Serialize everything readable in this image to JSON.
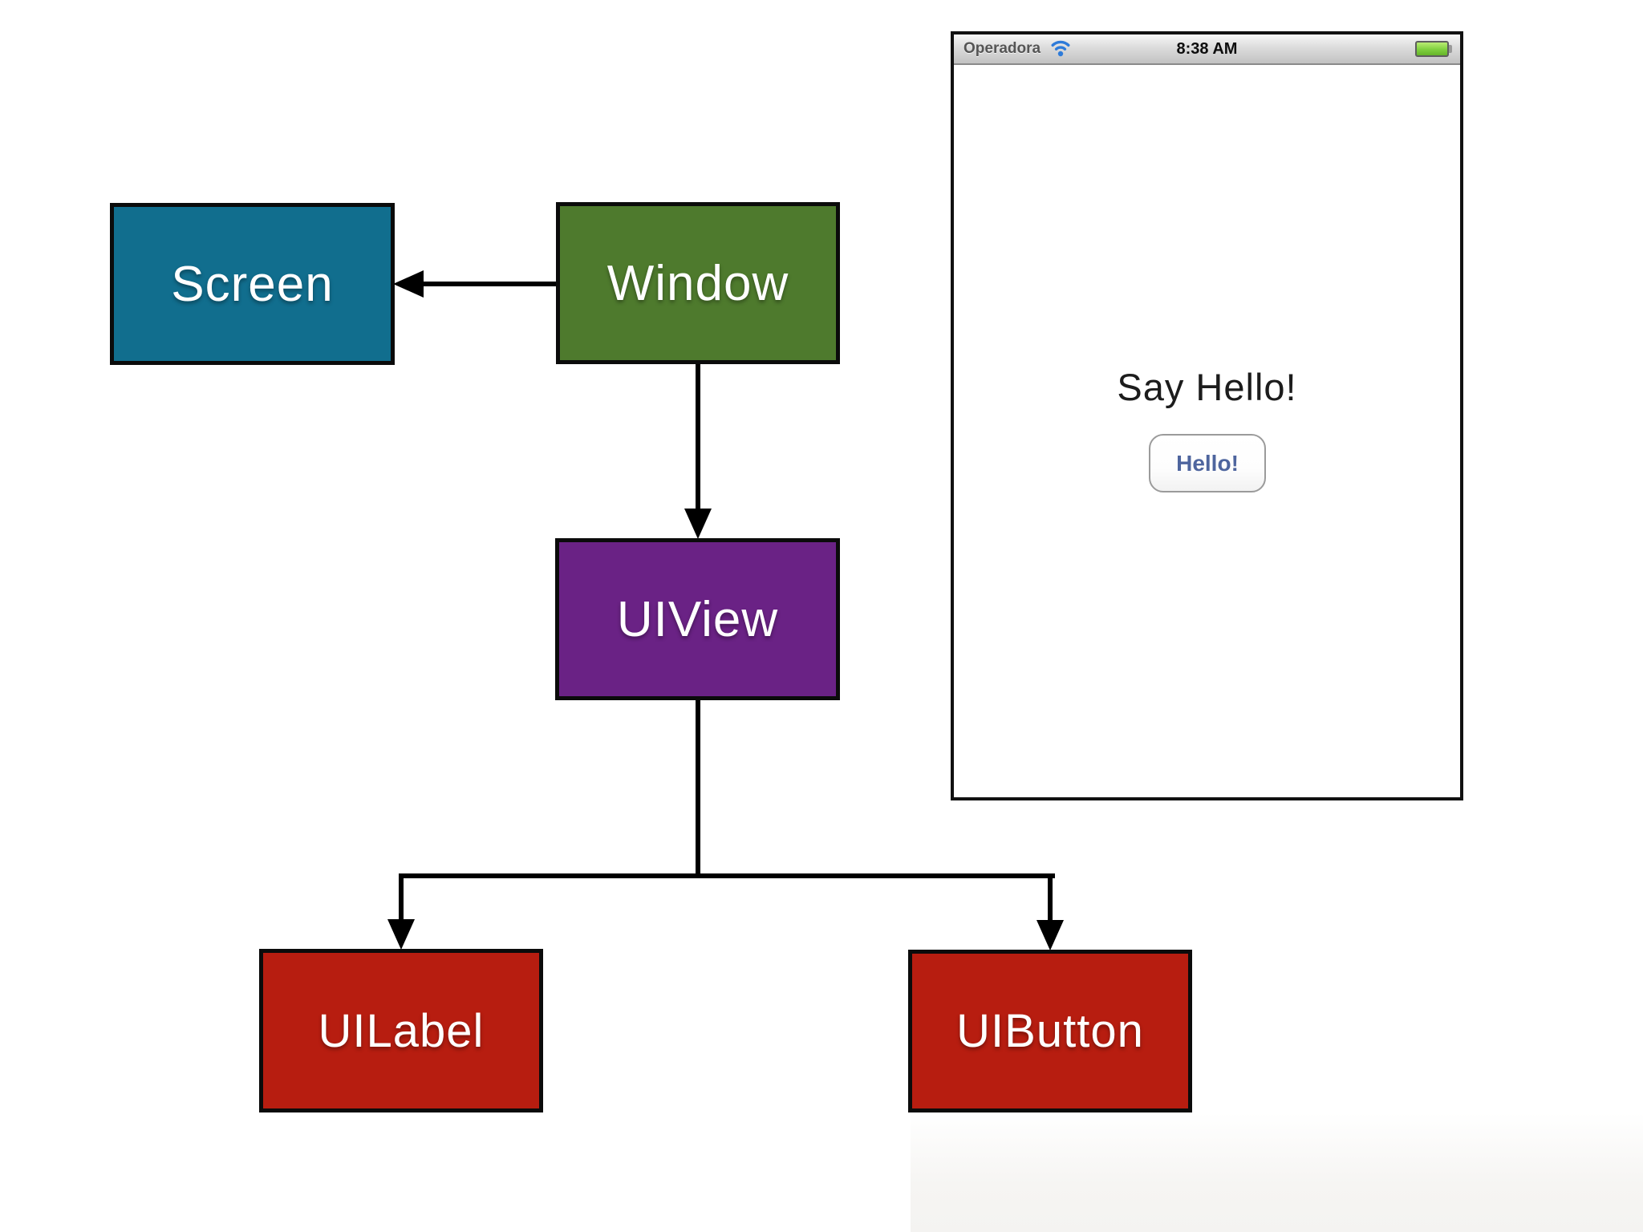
{
  "diagram": {
    "boxes": [
      {
        "label": "Screen",
        "color": "#116E8E"
      },
      {
        "label": "Window",
        "color": "#4E7A2D"
      },
      {
        "label": "UIView",
        "color": "#6A2285"
      },
      {
        "label": "UILabel",
        "color": "#B71D10"
      },
      {
        "label": "UIButton",
        "color": "#B71D10"
      }
    ],
    "arrows": [
      {
        "from": "Window",
        "to": "Screen",
        "direction": "left"
      },
      {
        "from": "Window",
        "to": "UIView",
        "direction": "down"
      },
      {
        "from": "UIView",
        "to": "UILabel",
        "direction": "down"
      },
      {
        "from": "UIView",
        "to": "UIButton",
        "direction": "down"
      }
    ],
    "arrow_color": "#000000"
  },
  "phone": {
    "status_bar": {
      "carrier": "Operadora",
      "time": "8:38 AM",
      "wifi_color": "#2E7BD9",
      "battery_color": "#7FCF3F"
    },
    "screen": {
      "title": "Say Hello!",
      "button_label": "Hello!",
      "button_text_color": "#4E659E"
    }
  }
}
